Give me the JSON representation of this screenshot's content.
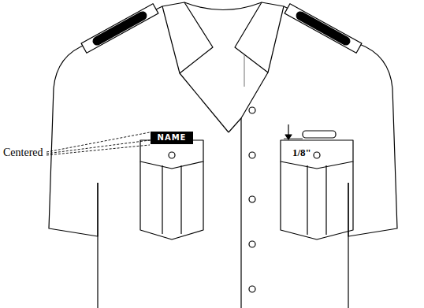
{
  "diagram": {
    "nodes": [
      {
        "text": [
          "NAME"
        ]
      }
    ],
    "labels": [
      "Centered",
      "1/8\""
    ]
  }
}
